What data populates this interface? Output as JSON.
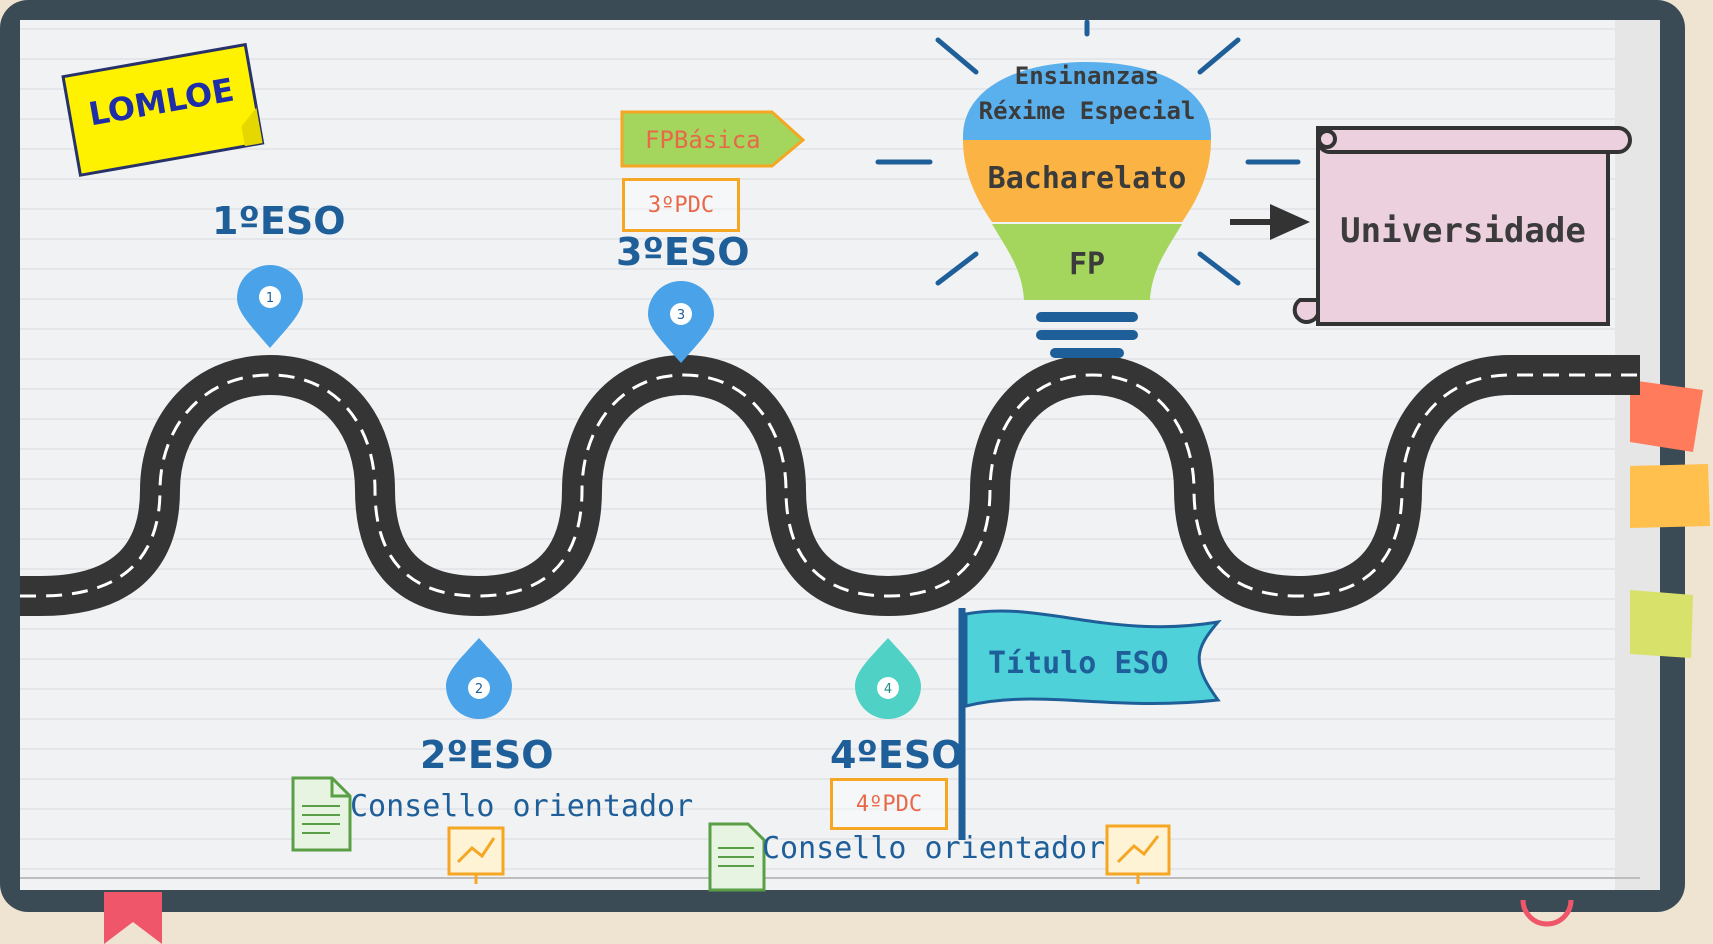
{
  "badge": {
    "label": "LOMLOE"
  },
  "milestones": [
    {
      "marker": "1",
      "label": "1ºESO"
    },
    {
      "marker": "2",
      "label": "2ºESO"
    },
    {
      "marker": "3",
      "label": "3ºESO"
    },
    {
      "marker": "4",
      "label": "4ºESO"
    }
  ],
  "fp_basica": {
    "label": "FPBásica"
  },
  "pdc3": {
    "label": "3ºPDC"
  },
  "pdc4": {
    "label": "4ºPDC"
  },
  "consello": [
    {
      "label": "Consello orientador"
    },
    {
      "label": "Consello orientador"
    }
  ],
  "flag": {
    "label": "Título ESO"
  },
  "bulb": {
    "top_line1": "Ensinanzas",
    "top_line2": "Réxime Especial",
    "middle": "Bacharelato",
    "bottom": "FP"
  },
  "scroll": {
    "label": "Universidade"
  },
  "colors": {
    "frame": "#3b4b55",
    "road": "#353535",
    "marker_blue": "#4aa3e8",
    "marker_teal": "#4fd1c5",
    "bulb_blue": "#5ab0ec",
    "bulb_orange": "#fbb343",
    "bulb_green": "#a4d65e",
    "flag": "#4fd1d9",
    "scroll": "#ecd0de",
    "badge": "#fff200",
    "tab_red": "#ff7b5c",
    "tab_orange": "#ffc04d",
    "tab_green": "#d8e26a"
  }
}
